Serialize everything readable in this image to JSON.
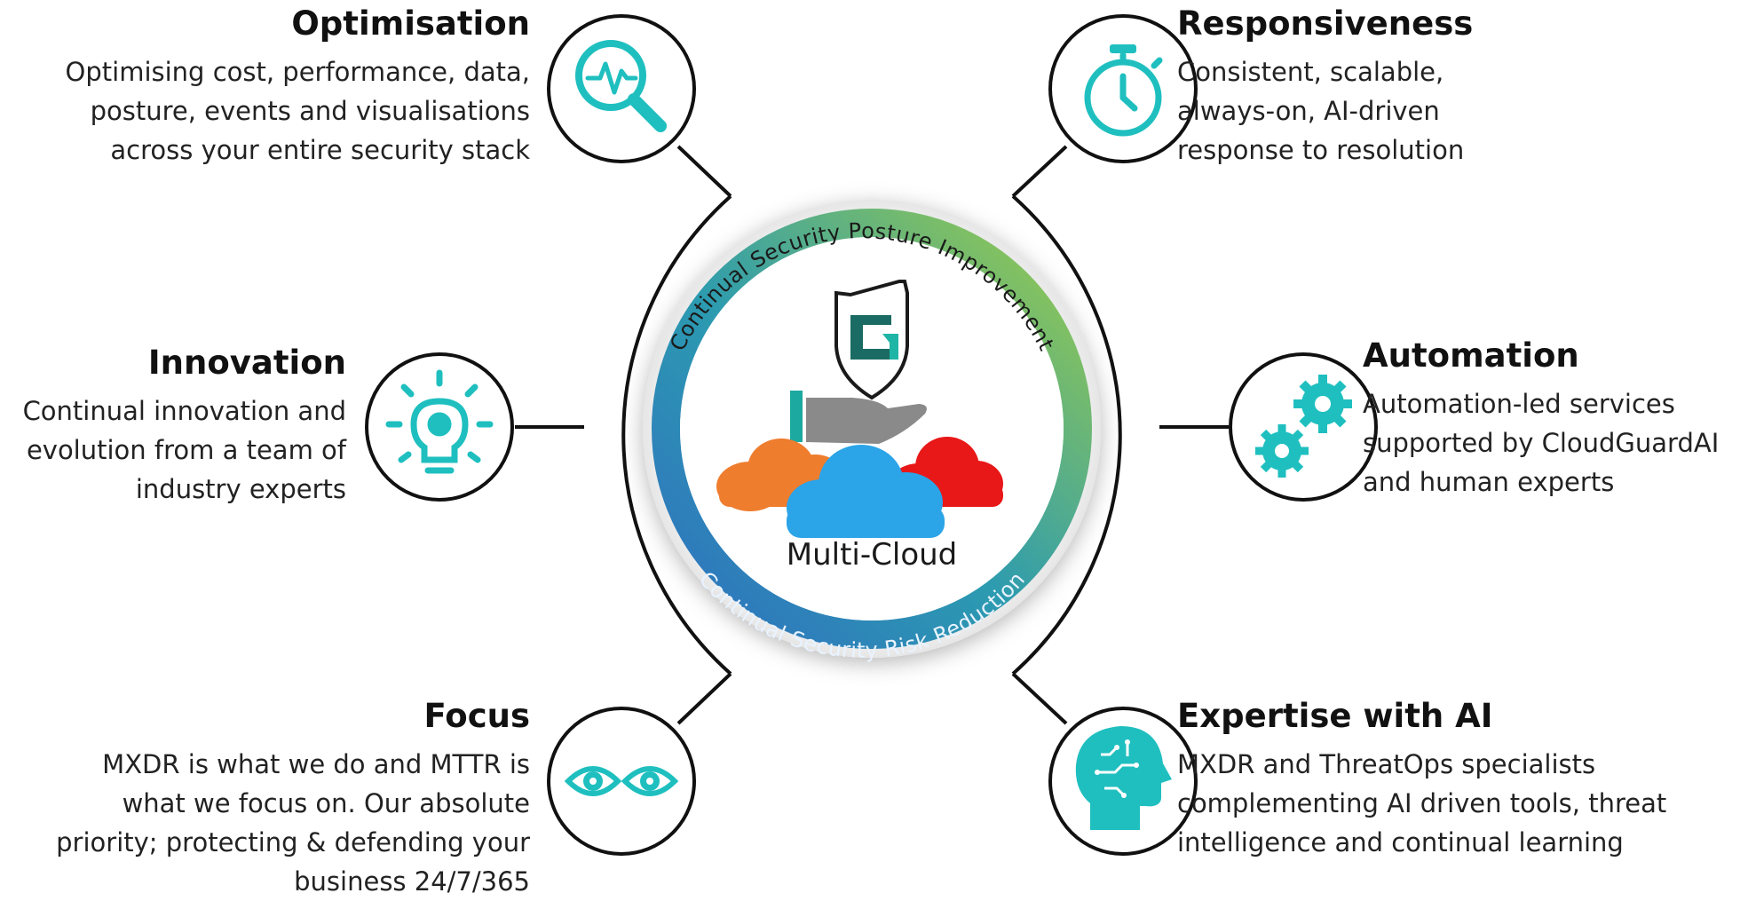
{
  "center": {
    "label": "Multi-Cloud",
    "arc_top_text": "Continual Security Posture Improvement",
    "arc_bottom_text": "Continual Security Risk Reduction"
  },
  "colors": {
    "teal": "#1fbfbf",
    "dark_teal": "#1a6b63",
    "ring_green": "#8cc152",
    "ring_blue": "#3d7cc6",
    "cloud_orange": "#ee7d2e",
    "cloud_blue": "#2ba4e8",
    "cloud_red": "#e81818",
    "hand_gray": "#8a8a8a"
  },
  "nodes": [
    {
      "id": "optimisation",
      "icon": "magnifier-pulse-icon",
      "title": "Optimisation",
      "text": "Optimising cost, performance, data,\nposture, events and visualisations\nacross your entire security stack"
    },
    {
      "id": "responsiveness",
      "icon": "stopwatch-icon",
      "title": "Responsiveness",
      "text": "Consistent, scalable,\nalways-on, AI-driven\nresponse to resolution"
    },
    {
      "id": "innovation",
      "icon": "lightbulb-gear-icon",
      "title": "Innovation",
      "text": "Continual innovation and\nevolution from a team of\nindustry experts"
    },
    {
      "id": "automation",
      "icon": "gears-icon",
      "title": "Automation",
      "text": "Automation-led services\nsupported by CloudGuardAI\nand human experts"
    },
    {
      "id": "focus",
      "icon": "eyes-icon",
      "title": "Focus",
      "text": "MXDR is what we do and MTTR is\nwhat we focus on. Our absolute\npriority; protecting & defending your\nbusiness 24/7/365"
    },
    {
      "id": "expertise",
      "icon": "ai-head-icon",
      "title": "Expertise with AI",
      "text": "MXDR and ThreatOps specialists\ncomplementing AI driven tools, threat\nintelligence and continual learning"
    }
  ]
}
